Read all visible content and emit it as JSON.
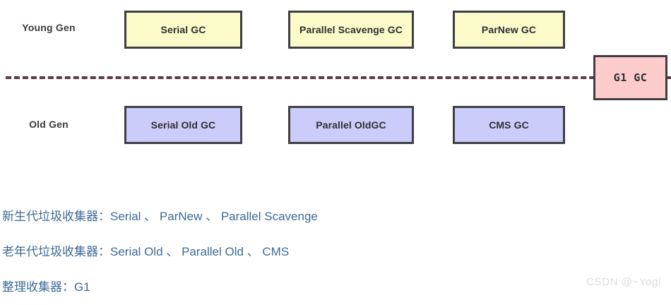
{
  "diagram": {
    "row_labels": [
      {
        "name": "young-gen",
        "text": "Young Gen"
      },
      {
        "name": "old-gen",
        "text": "Old Gen"
      }
    ],
    "young_gen_boxes": [
      {
        "name": "serial-gc",
        "label": "Serial GC"
      },
      {
        "name": "parallel-scavenge-gc",
        "label": "Parallel Scavenge GC"
      },
      {
        "name": "parnew-gc",
        "label": "ParNew GC"
      }
    ],
    "old_gen_boxes": [
      {
        "name": "serial-old-gc",
        "label": "Serial Old GC"
      },
      {
        "name": "parallel-old-gc",
        "label": "Parallel OldGC"
      },
      {
        "name": "cms-gc",
        "label": "CMS GC"
      }
    ],
    "spanning_box": {
      "name": "g1-gc",
      "label": "G1  GC"
    },
    "colors": {
      "young_fill": "#fbfbc9",
      "old_fill": "#ccccfb",
      "g1_fill": "#fccbcb",
      "box_border": "#3f3f43",
      "divider": "#5b3a41",
      "label_text": "#3b3b3b"
    }
  },
  "notes": {
    "text_color": "#3d6a96",
    "lines": [
      "新生代垃圾收集器：Serial 、 ParNew 、 Parallel Scavenge",
      "老年代垃圾收集器：Serial Old 、 Parallel Old 、 CMS",
      "整理收集器：G1"
    ]
  },
  "watermark": {
    "text": "CSDN @~Yogi"
  }
}
